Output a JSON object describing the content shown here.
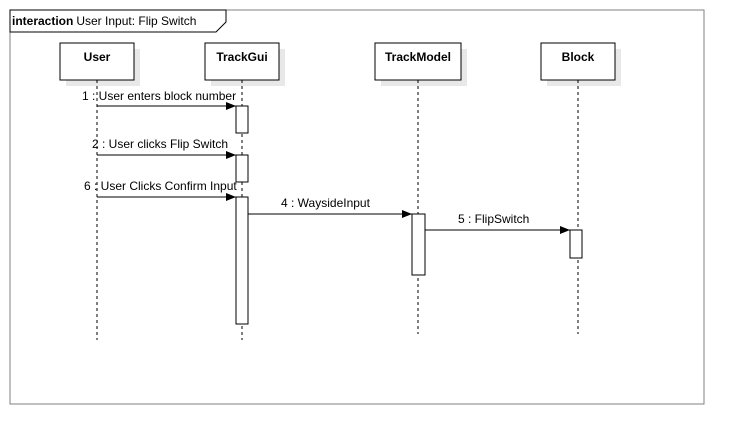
{
  "frame": {
    "keyword": "interaction",
    "title": "User Input: Flip Switch"
  },
  "lifelines": [
    {
      "id": "user",
      "name": "User"
    },
    {
      "id": "trackgui",
      "name": "TrackGui"
    },
    {
      "id": "trackmodel",
      "name": "TrackModel"
    },
    {
      "id": "block",
      "name": "Block"
    }
  ],
  "messages": [
    {
      "label": "1 : User enters block number",
      "from": "user",
      "to": "trackgui"
    },
    {
      "label": "2 : User clicks Flip Switch",
      "from": "user",
      "to": "trackgui"
    },
    {
      "label": "6 : User Clicks Confirm Input",
      "from": "user",
      "to": "trackgui"
    },
    {
      "label": "4 : WaysideInput",
      "from": "trackgui",
      "to": "trackmodel"
    },
    {
      "label": "5 : FlipSwitch",
      "from": "trackmodel",
      "to": "block"
    }
  ],
  "colors": {
    "line": "#000000",
    "box_fill": "#ffffff",
    "shadow": "#e8e8e8",
    "frame_border": "#808080"
  }
}
